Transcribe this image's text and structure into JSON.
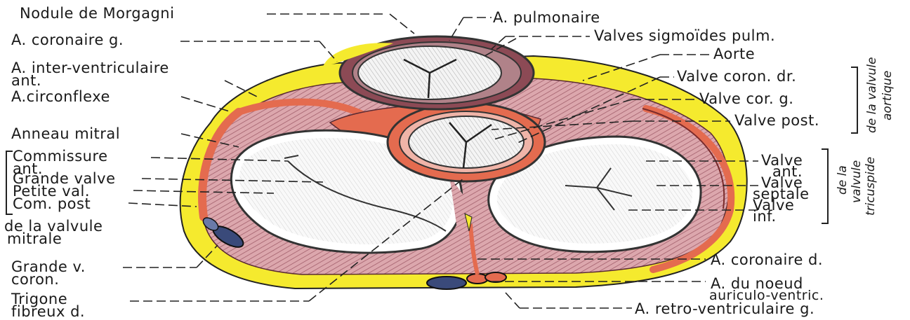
{
  "colors": {
    "fat": "#f5ea2e",
    "muscle": "#d9a3a8",
    "muscle_dark": "#8c4a55",
    "artery": "#e46b4f",
    "valve_bg": "#ffffff",
    "ring": "#efb4a8",
    "vein": "#3a4a7a",
    "ink": "#1a1a1a"
  },
  "labels": {
    "nodule_morgagni": "Nodule de Morgagni",
    "coronaire_g": "A. coronaire g.",
    "inter_ventriculaire_1": "A. inter-ventriculaire",
    "inter_ventriculaire_2": "ant.",
    "circonflexe": "A.circonflexe",
    "anneau_mitral": "Anneau mitral",
    "commissure_ant_1": "Commissure",
    "commissure_ant_2": "ant.",
    "grande_valve": "Grande valve",
    "petite_val": "Petite val.",
    "com_post": "Com. post",
    "de_la_valvule": "de la valvule",
    "mitrale": "mitrale",
    "grande_v_1": "Grande v.",
    "grande_v_2": "coron.",
    "trigone_1": "Trigone",
    "trigone_2": "fibreux d.",
    "pulmonaire": "A. pulmonaire",
    "valves_sigmoides": "Valves sigmoïdes pulm.",
    "aorte": "Aorte",
    "valve_coron_dr": "Valve coron. dr.",
    "valve_cor_g": "Valve cor. g.",
    "valve_post": "Valve post.",
    "valvule_aortique_1": "de la valvule",
    "valvule_aortique_2": "aortique",
    "valve_ant_1": "Valve",
    "valve_ant_2": "ant.",
    "valve_septale_1": "Valve",
    "valve_septale_2": "septale",
    "valve_inf_1": "Valve",
    "valve_inf_2": "inf.",
    "valvule_tricuspide_1": "de la",
    "valvule_tricuspide_2": "valvule",
    "valvule_tricuspide_3": "tricuspide",
    "coronaire_d": "A. coronaire d.",
    "noeud_1": "A. du noeud",
    "noeud_2": "auriculo-ventric.",
    "retro_ventriculaire": "A. retro-ventriculaire g."
  }
}
